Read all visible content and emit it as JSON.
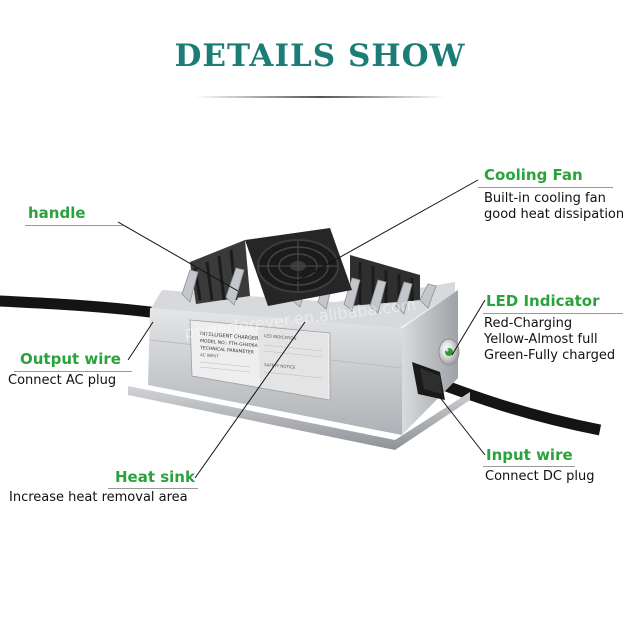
{
  "title": "DETAILS SHOW",
  "colors": {
    "title": "#1b7d76",
    "label": "#2aa33c",
    "leader": "#111111",
    "housing": "#c9ccd0",
    "fins": "#2a2a2a"
  },
  "watermark": "powerforever.en.alibaba.com",
  "labels": {
    "handle": {
      "title": "handle"
    },
    "cooling_fan": {
      "title": "Cooling Fan",
      "lines": [
        "Built-in cooling fan",
        "good heat dissipation"
      ]
    },
    "led_indicator": {
      "title": "LED Indicator",
      "lines": [
        "Red-Charging",
        "Yellow-Almost full",
        "Green-Fully charged"
      ]
    },
    "output_wire": {
      "title": "Output wire",
      "lines": [
        "Connect AC plug"
      ]
    },
    "heat_sink": {
      "title": "Heat sink",
      "lines": [
        "Increase heat removal area"
      ]
    },
    "input_wire": {
      "title": "Input wire",
      "lines": [
        "Connect DC plug"
      ]
    }
  },
  "nameplate": {
    "heading": "INTELLIGENT CHARGER",
    "model": "MODEL NO.: FTH-GH406A",
    "param": "TECHNICAL PARAMETER",
    "ac_input": "AC INPUT",
    "right_heading": "LED INDICATION",
    "safety": "SAFETY NOTICE"
  },
  "icons": [
    "fan-icon",
    "led-icon",
    "dc-connector-icon"
  ]
}
